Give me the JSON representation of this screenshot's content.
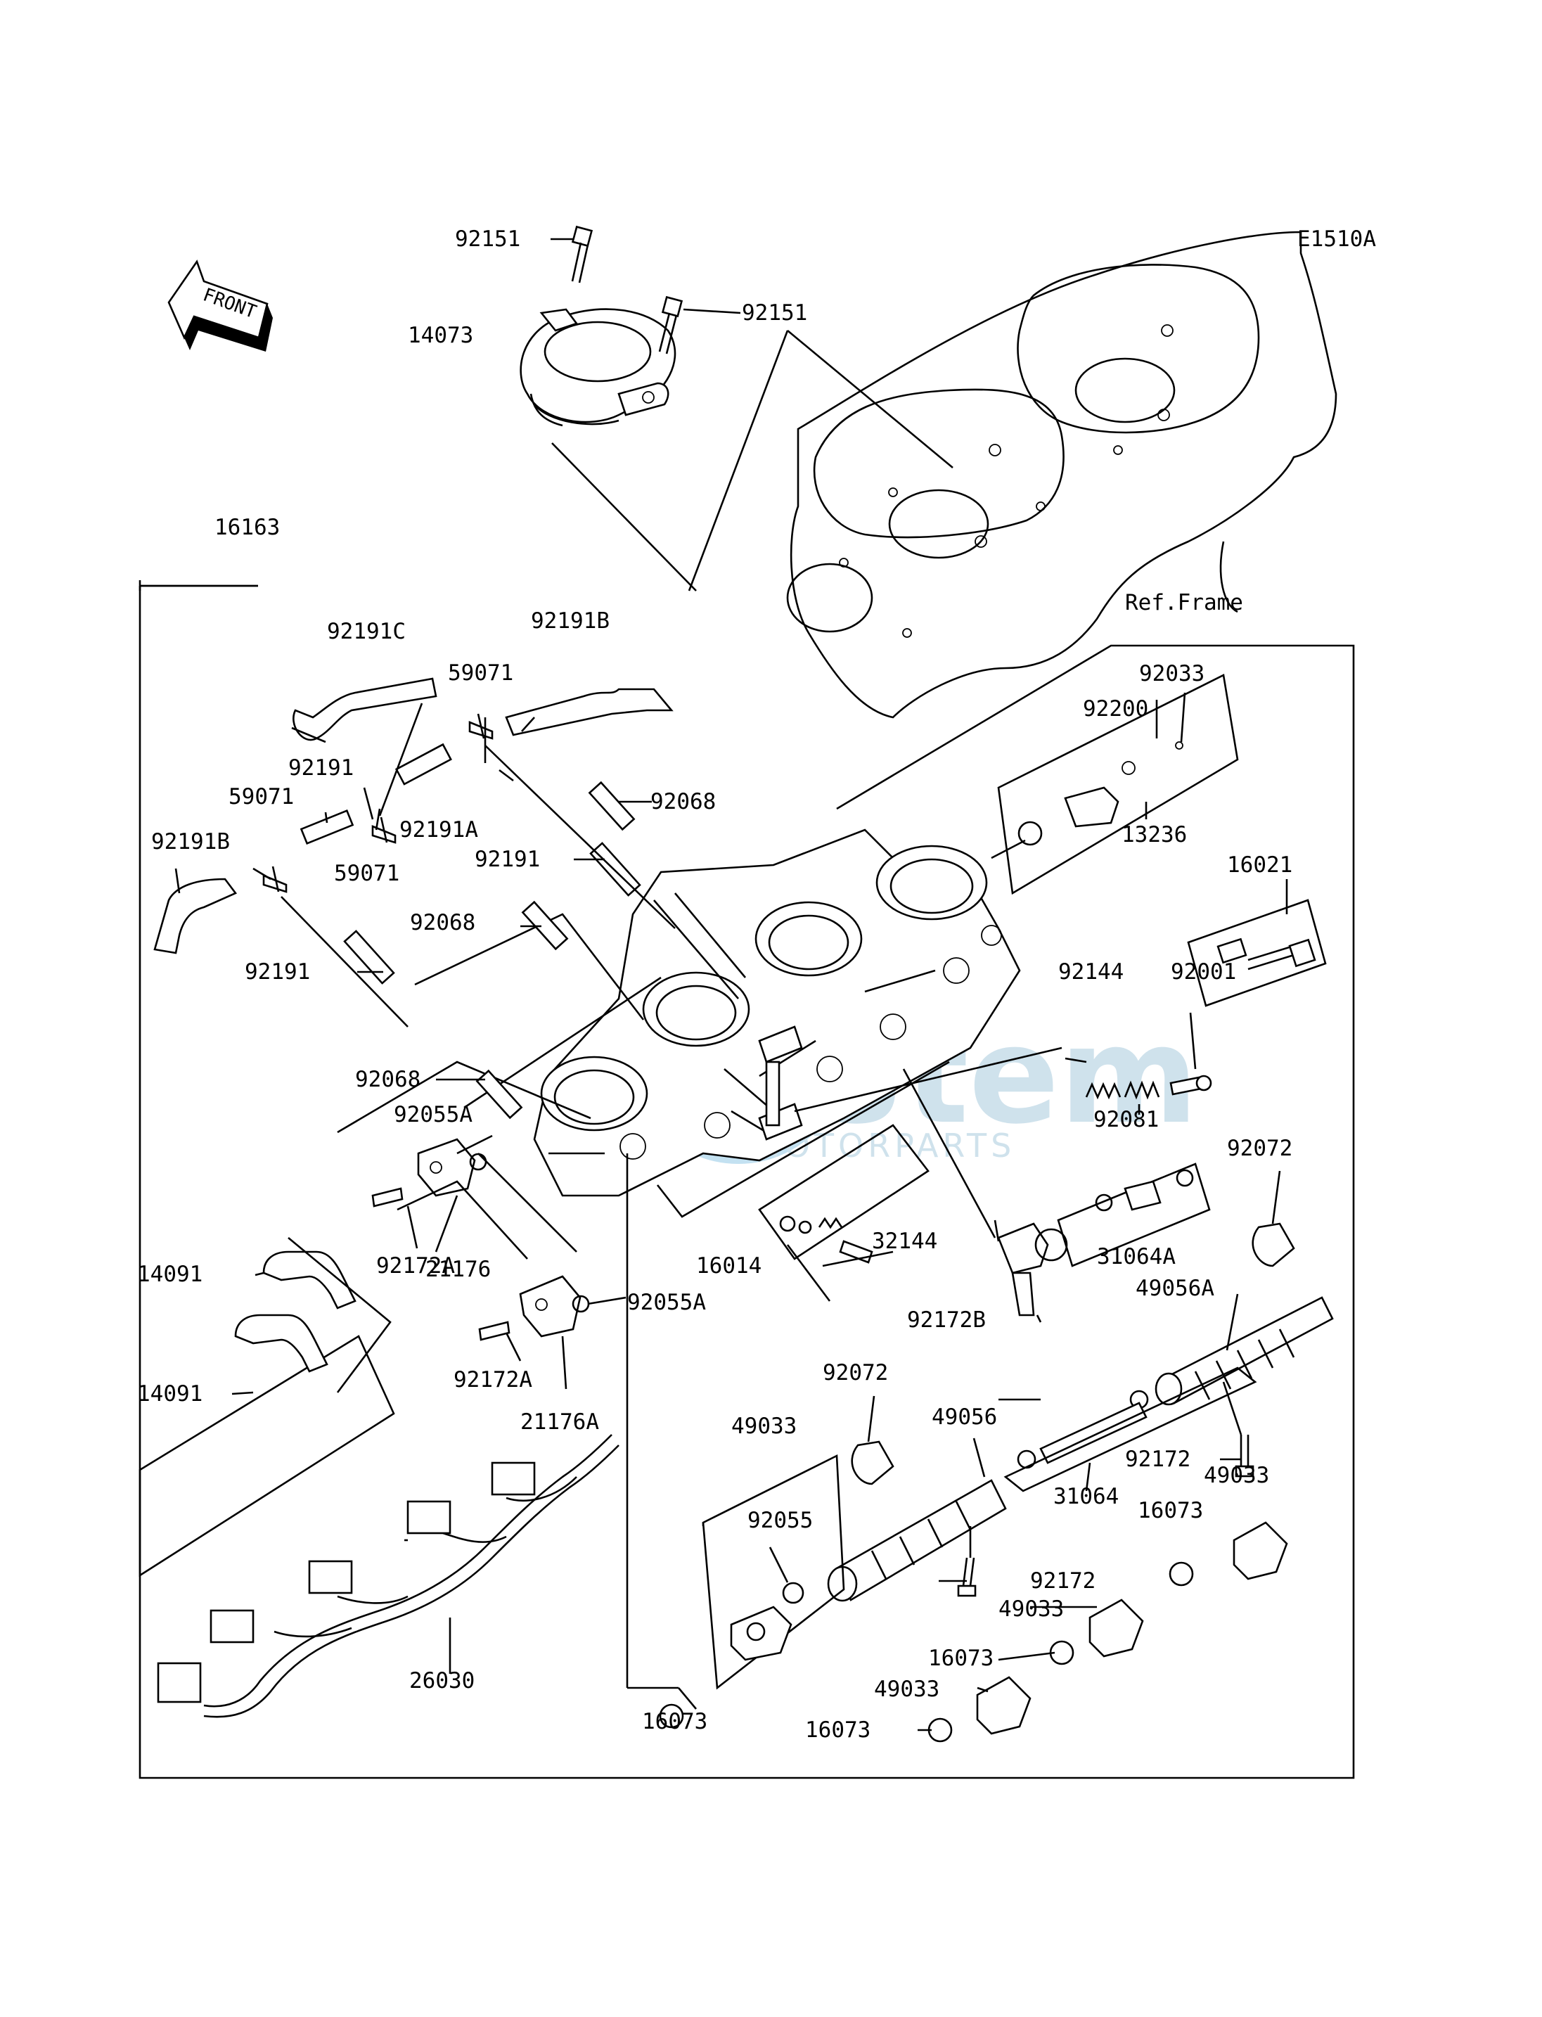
{
  "diagram_code": "E1510A",
  "front_arrow_label": "FRONT",
  "watermark": {
    "brand": "Stem",
    "sub": "MOTORPARTS"
  },
  "reference_label": "Ref.Frame",
  "callouts": [
    "92151",
    "92151",
    "14073",
    "16163",
    "92191C",
    "92191B",
    "59071",
    "92191",
    "59071",
    "92191B",
    "59071",
    "92191A",
    "92068",
    "92191",
    "92068",
    "92191",
    "92068",
    "92033",
    "92200",
    "13236",
    "16021",
    "92144",
    "92001",
    "92081",
    "92055A",
    "92172A",
    "21176",
    "14091",
    "14091",
    "92055A",
    "92172A",
    "21176A",
    "16014",
    "32144",
    "92072",
    "31064A",
    "92172B",
    "49056A",
    "92072",
    "49033",
    "49056",
    "92055",
    "31064",
    "92172",
    "49033",
    "16073",
    "92172",
    "49033",
    "16073",
    "49033",
    "16073",
    "16073",
    "26030"
  ]
}
